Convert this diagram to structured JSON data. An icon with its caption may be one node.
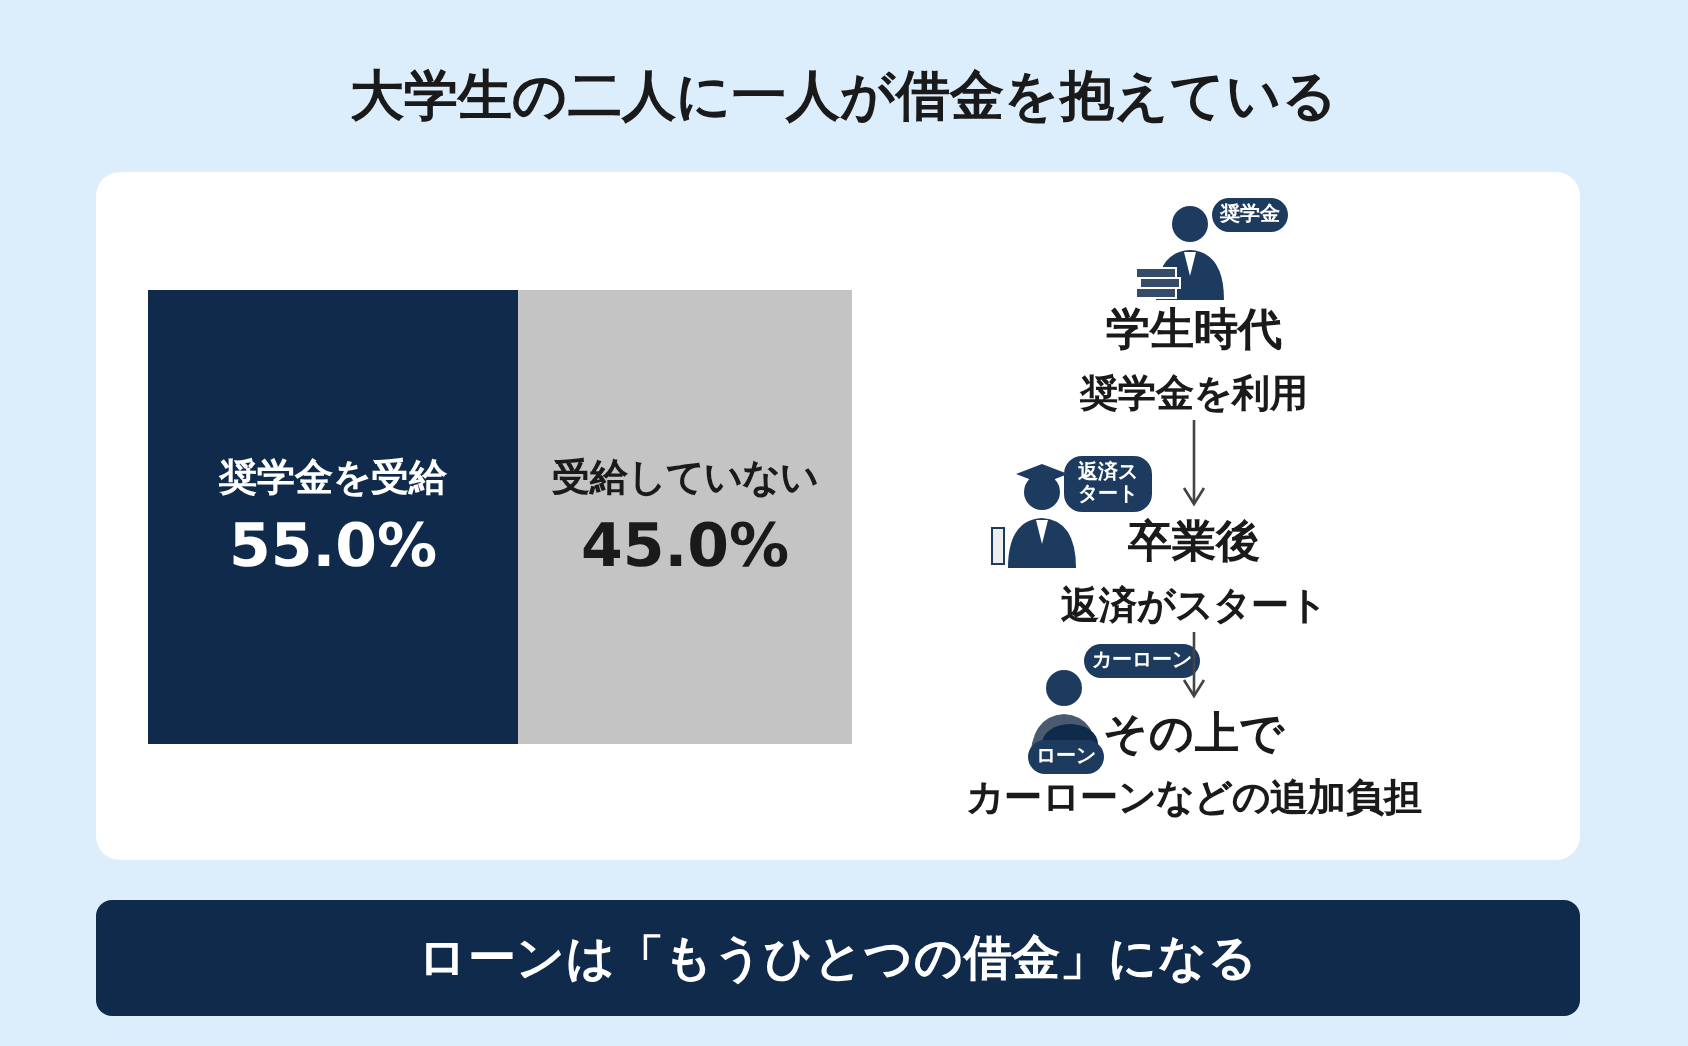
{
  "diagram": {
    "title": "大学生の二人に一人が借金を抱えている",
    "nodes": [
      {
        "text": [
          "奨学金を受給",
          "55.0%"
        ]
      },
      {
        "text": [
          "受給していない",
          "45.0%"
        ]
      },
      {
        "text": [
          "学生時代",
          "奨学金を利用"
        ]
      },
      {
        "text": [
          "卒業後",
          "返済がスタート"
        ]
      },
      {
        "text": [
          "その上で",
          "カーローンなどの追加負担"
        ]
      },
      {
        "text": [
          "ローンは「もうひとつの借金」になる"
        ]
      }
    ],
    "edges": [
      {
        "from": 2,
        "to": 3,
        "arrow": "to"
      },
      {
        "from": 3,
        "to": 4,
        "arrow": "to"
      }
    ],
    "labels": [
      "奨学金",
      "返済スタート",
      "カーローン",
      "ローン"
    ]
  }
}
